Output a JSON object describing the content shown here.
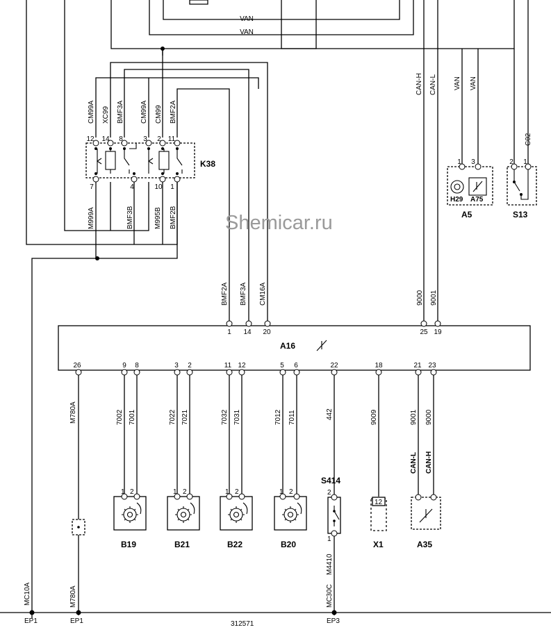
{
  "watermark": "Shemicar.ru",
  "diagram_id": "312571",
  "bus_labels": {
    "van_1": "VAN",
    "van_2": "VAN",
    "van_3": "VAN",
    "van_4": "VAN",
    "can_h": "CAN-H",
    "can_l": "CAN-L",
    "c02": "C02"
  },
  "k38": {
    "name": "K38",
    "top_wires": [
      "CM99A",
      "XC99",
      "BMF3A",
      "CM99A",
      "CM99",
      "BMF2A"
    ],
    "top_pins": [
      "12",
      "14",
      "8",
      "3",
      "2",
      "11"
    ],
    "bottom_pins": [
      "7",
      "4",
      "10",
      "1"
    ],
    "bottom_wires": [
      "M999A",
      "BMF3B",
      "M995B",
      "BMF2B"
    ]
  },
  "a5": {
    "name": "A5",
    "pins": [
      "1",
      "3"
    ],
    "sub_labels": [
      "H29",
      "A75"
    ]
  },
  "s13": {
    "name": "S13",
    "pins": [
      "2",
      "1"
    ]
  },
  "a16": {
    "name": "A16",
    "top_pins": [
      "1",
      "14",
      "20",
      "25",
      "19"
    ],
    "top_wires": [
      "BMF2A",
      "BMF3A",
      "CM16A",
      "9000",
      "9001"
    ],
    "bottom_pins": [
      "26",
      "9",
      "8",
      "3",
      "2",
      "11",
      "12",
      "5",
      "6",
      "22",
      "18",
      "21",
      "23"
    ]
  },
  "lower_wires": {
    "m780a_top": "M780A",
    "b19": [
      "7002",
      "7001"
    ],
    "b21": [
      "7022",
      "7021"
    ],
    "b22": [
      "7032",
      "7031"
    ],
    "b20": [
      "7012",
      "7011"
    ],
    "s414": "442",
    "x1": "9009",
    "a35": [
      "9001",
      "9000"
    ],
    "a35_bus": [
      "CAN-L",
      "CAN-H"
    ],
    "mc10a": "MC10A",
    "m780a_bottom": "M780A",
    "mc30c": "MC30C",
    "m4410": "M4410"
  },
  "components": {
    "b19": "B19",
    "b21": "B21",
    "b22": "B22",
    "b20": "B20",
    "s414": "S414",
    "x1": "X1",
    "a35": "A35"
  },
  "component_pins": {
    "pair": [
      "1",
      "2"
    ],
    "s414_top": "2",
    "s414_bottom": "1",
    "x1": "12"
  },
  "ground_points": [
    "EP1",
    "EP1",
    "EP3"
  ]
}
